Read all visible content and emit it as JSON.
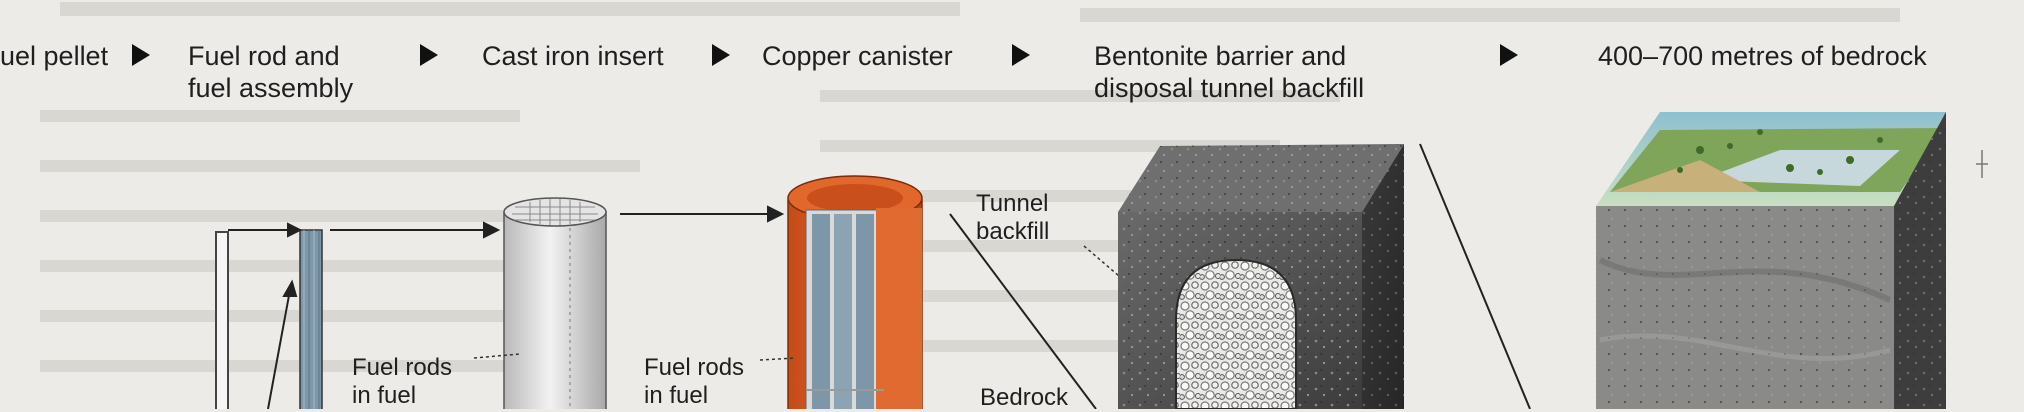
{
  "chain": {
    "stage1": "uel pellet",
    "stage2": "Fuel rod and\nfuel assembly",
    "stage3": "Cast iron insert",
    "stage4": "Copper canister",
    "stage5": "Bentonite barrier and\ndisposal tunnel backfill",
    "stage6": "400–700 metres of bedrock"
  },
  "callouts": {
    "fuel_rods_1": "Fuel rods\nin fuel",
    "fuel_rods_2": "Fuel rods\nin fuel",
    "tunnel_backfill": "Tunnel\nbackfill",
    "bedrock": "Bedrock"
  },
  "colors": {
    "copper": "#d2541f",
    "paper": "#ecebe7",
    "rock": "#4b4b4b",
    "rods": "#6e8ba0"
  },
  "icons": {
    "arrow": "right-triangle-arrow"
  }
}
